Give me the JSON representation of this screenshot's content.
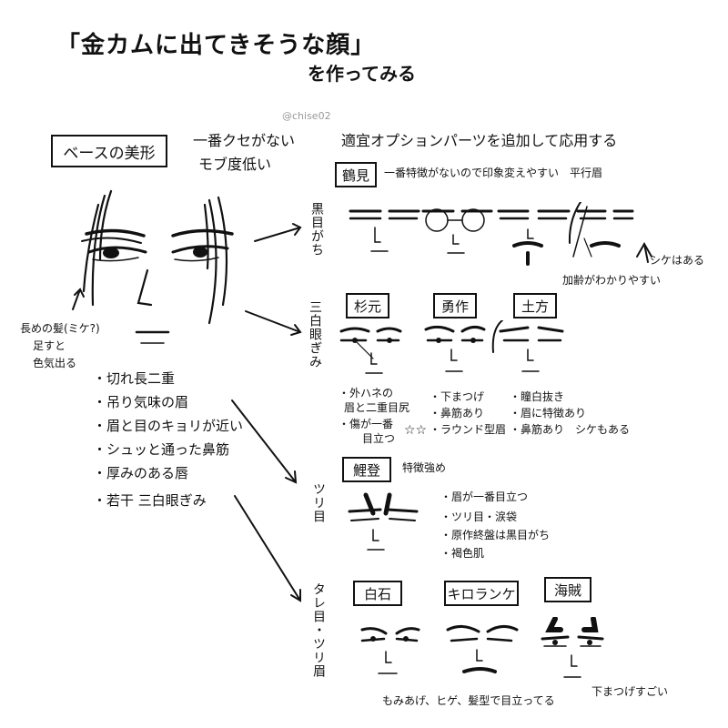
{
  "title": "「金カムに出てきそうな顔」",
  "subtitle": "を作ってみる",
  "credit": "@chise02",
  "base": {
    "label": "ベースの美形",
    "note_line1": "一番クセがない",
    "note_line2": "モブ度低い",
    "hair_note": [
      "長めの髪(ミケ?)",
      "足すと",
      "色気出る"
    ],
    "traits": [
      "・切れ長二重",
      "・吊り気味の眉",
      "・眉と目のキョリが近い",
      "・シュッと通った鼻筋",
      "・厚みのある唇",
      "・若干 三白眼ぎみ"
    ]
  },
  "header": "適宜オプションパーツを追加して応用する",
  "groups": [
    {
      "label": "黒目がち"
    },
    {
      "label": "三白眼ぎみ"
    },
    {
      "label": "ツリ目"
    },
    {
      "label": "タレ目・ツリ眉"
    }
  ],
  "tsurumi": {
    "name": "鶴見",
    "desc": "一番特徴がないので印象変えやすい　平行眉",
    "scar_note": "シケはある",
    "age_note": "加齢がわかりやすい"
  },
  "row2": {
    "names": [
      "杉元",
      "勇作",
      "土方"
    ],
    "notes_sugimoto": [
      "・外ハネの",
      "眉と二重目尻",
      "・傷が一番",
      "目立つ"
    ],
    "notes_yusaku": [
      "・下まつげ",
      "・鼻筋あり",
      "・ラウンド型眉"
    ],
    "notes_hijikata": [
      "・瞳白抜き",
      "・眉に特徴あり",
      "・鼻筋あり　シケもある"
    ]
  },
  "koito": {
    "name": "鯉登",
    "desc": "特徴強め",
    "notes": [
      "・眉が一番目立つ",
      "・ツリ目・涙袋",
      "・原作終盤は黒目がち",
      "・褐色肌"
    ]
  },
  "row4": {
    "names": [
      "白石",
      "キロランケ",
      "海賊"
    ],
    "bottom_note": "もみあげ、ヒゲ、髪型で目立ってる",
    "right_note": "下まつげすごい"
  }
}
